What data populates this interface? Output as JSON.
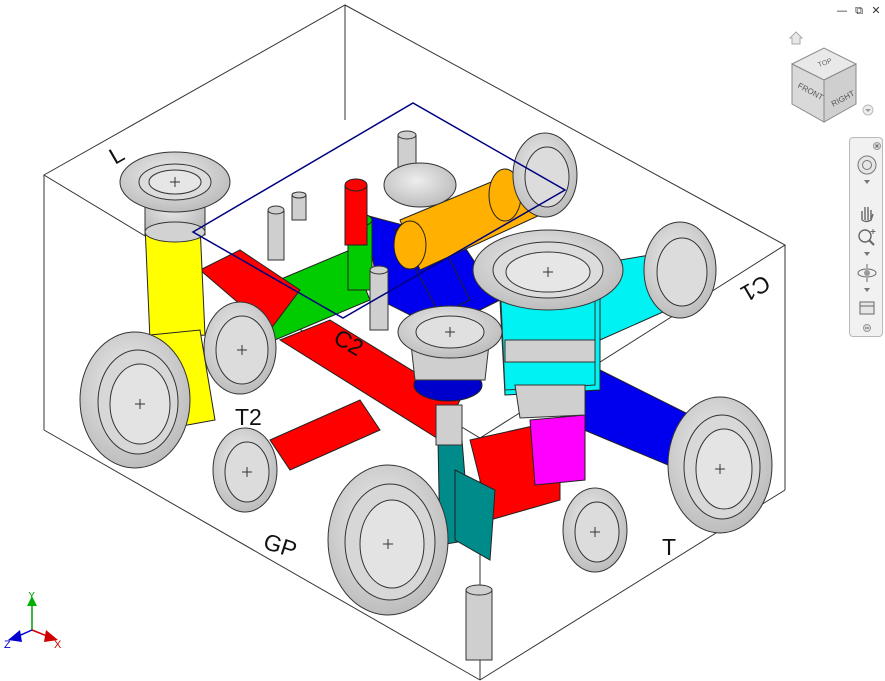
{
  "window_controls": {
    "minimize": "—",
    "restore": "⧉",
    "close": "✕"
  },
  "viewcube": {
    "faces": {
      "top": "TOP",
      "front": "FRONT",
      "right": "RIGHT"
    },
    "home_icon": "home-icon"
  },
  "navigation_bar": {
    "tools": [
      "steering-wheel-icon",
      "pan-icon",
      "zoom-icon",
      "orbit-icon",
      "look-at-icon"
    ]
  },
  "port_labels": {
    "L": "L",
    "C2": "C2",
    "T2": "T2",
    "GP": "GP",
    "T": "T",
    "C1": "C1"
  },
  "axis_triad": {
    "x": "X",
    "y": "Y",
    "z": "Z"
  },
  "colors": {
    "yellow": "#ffff00",
    "red": "#ff0000",
    "green": "#00cc00",
    "blue": "#0000ee",
    "orange": "#ffb000",
    "cyan": "#00f2f2",
    "magenta": "#ff00ff",
    "teal": "#008b8b",
    "port_gray": "#d6d6d6",
    "selection_box": "#000080"
  }
}
